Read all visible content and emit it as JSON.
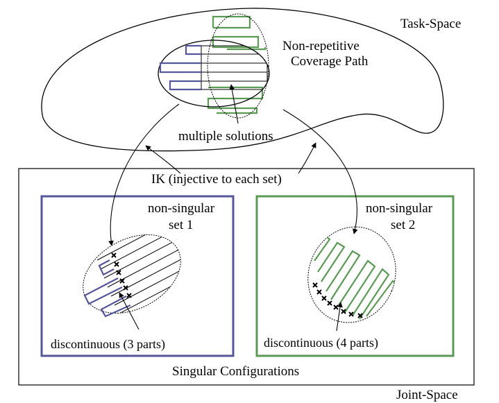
{
  "labels": {
    "task_space": "Task-Space",
    "coverage_line1": "Non-repetitive",
    "coverage_line2": "Coverage Path",
    "multiple_solutions": "multiple solutions",
    "ik": "IK (injective to each set)",
    "set1_line1": "non-singular",
    "set1_line2": "set 1",
    "set2_line1": "non-singular",
    "set2_line2": "set 2",
    "disc3": "discontinuous (3 parts)",
    "disc4": "discontinuous (4 parts)",
    "singular": "Singular Configurations",
    "joint_space": "Joint-Space"
  },
  "colors": {
    "blue": "#55559a",
    "green": "#5a9a55",
    "black": "#000000"
  }
}
